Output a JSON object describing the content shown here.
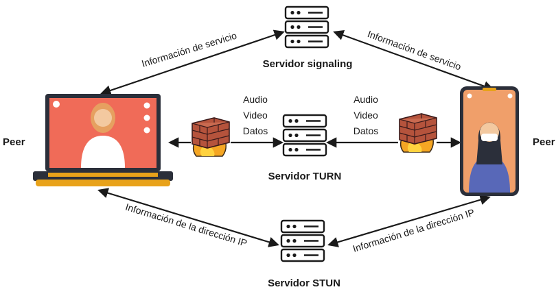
{
  "servers": {
    "signaling": "Servidor signaling",
    "turn": "Servidor TURN",
    "stun": "Servidor STUN"
  },
  "labels": {
    "service_left": "Información de servicio",
    "service_right": "Información de servicio",
    "ip_left": "Información de la dirección IP",
    "ip_right": "Información de la dirección IP"
  },
  "media_left": {
    "audio": "Audio",
    "video": "Video",
    "data": "Datos"
  },
  "media_right": {
    "audio": "Audio",
    "video": "Video",
    "data": "Datos"
  },
  "peers": {
    "left": "Peer",
    "right": "Peer"
  },
  "icons": [
    "server-icon",
    "firewall-icon",
    "laptop-icon",
    "phone-icon"
  ]
}
